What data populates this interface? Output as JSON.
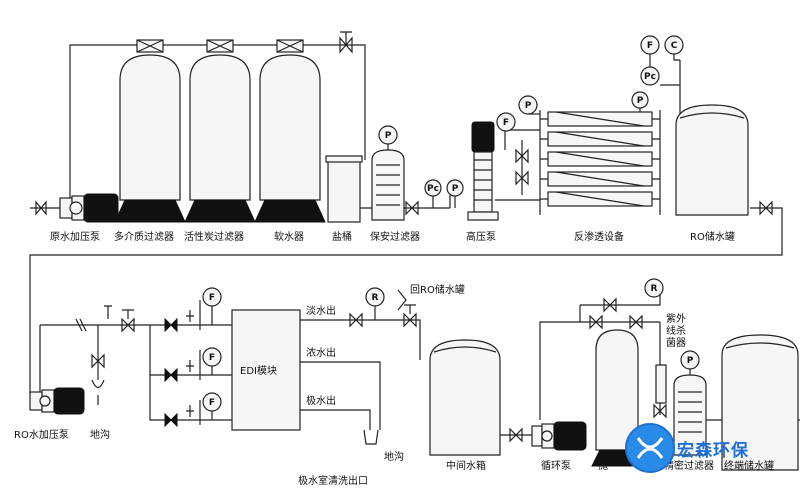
{
  "labels": {
    "raw_pump": "原水加压泵",
    "multi_filter": "多介质过滤器",
    "carbon_filter": "活性炭过滤器",
    "softener": "软水器",
    "salt_tank": "盐桶",
    "safety_filter": "保安过滤器",
    "hp_pump": "高压泵",
    "ro_unit": "反渗透设备",
    "ro_tank": "RO储水罐",
    "ro_pump": "RO水加压泵",
    "drain1": "地沟",
    "edi": "EDI模块",
    "fresh_out": "淡水出",
    "conc_out": "浓水出",
    "pole_out": "极水出",
    "return_ro": "回RO储水罐",
    "drain2": "地沟",
    "pole_room": "极水室清洗出口",
    "mid_tank": "中间水箱",
    "circ_pump": "循环泵",
    "polish": "抛",
    "precise_filter": "精密过滤器",
    "uv": "紫外\n线杀\n菌器",
    "end_tank": "终端储水罐"
  },
  "gauges": {
    "p": "P",
    "f": "F",
    "c": "C",
    "pc": "Pc",
    "r": "R"
  },
  "logo": {
    "text": "宏森环保",
    "color": "#1f6fd6"
  }
}
